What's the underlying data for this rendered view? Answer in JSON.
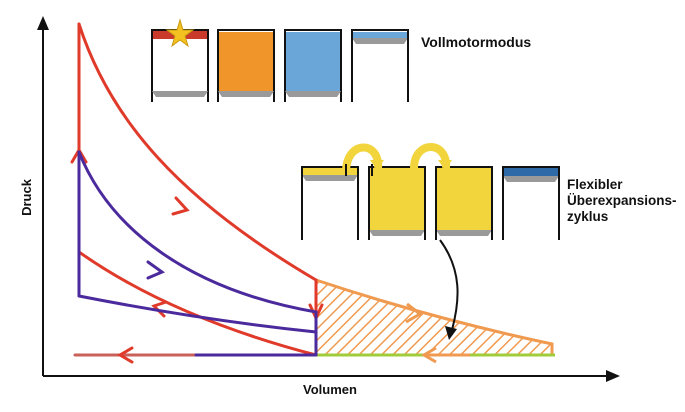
{
  "labels": {
    "full_engine_mode": "Vollmotormodus",
    "flexible_cycle_line1": "Flexibler",
    "flexible_cycle_line2": "Überexpansions-",
    "flexible_cycle_line3": "zyklus",
    "x_axis": "Volumen",
    "y_axis": "Druck"
  },
  "colors": {
    "full_cycle": "#e03a2a",
    "part_cycle": "#4a2a9c",
    "over_expansion": "#f09a50",
    "exhaust_line": "#a0cc3a",
    "piston": "#9a9a9a",
    "chamber_orange": "#f0952a",
    "chamber_blue": "#6aa7d8",
    "chamber_yellow": "#f2d53c",
    "exhaust_blue": "#2e6aa8",
    "spark_star": "#f4c220"
  },
  "full_engine_sequence": [
    "intake",
    "compression-ignition",
    "expansion",
    "exhaust"
  ],
  "flexible_sequence": [
    "transfer",
    "expansion",
    "expansion",
    "exhaust"
  ]
}
